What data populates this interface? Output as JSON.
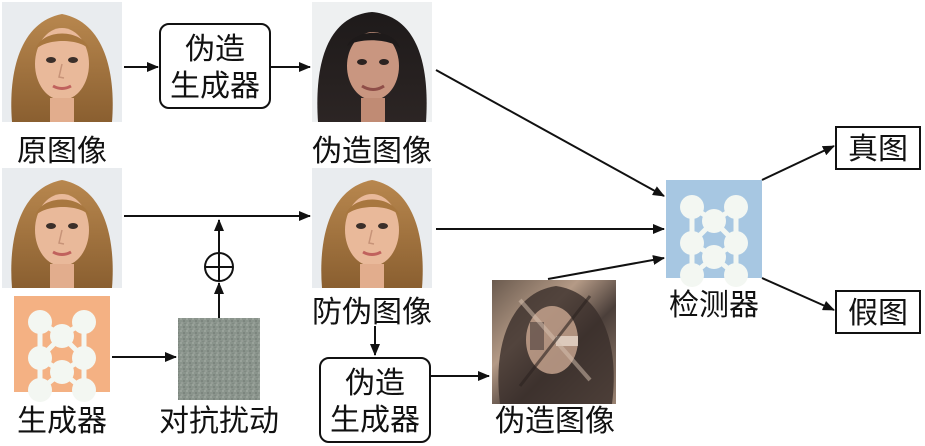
{
  "labels": {
    "original_image": "原图像",
    "forged_image_top": "伪造图像",
    "anti_forgery_image": "防伪图像",
    "generator": "生成器",
    "adversarial_perturbation": "对抗扰动",
    "forged_image_bottom": "伪造图像",
    "detector": "检测器",
    "real_image": "真图",
    "fake_image": "假图"
  },
  "forgery_generator_box": {
    "line1": "伪造",
    "line2": "生成器"
  },
  "plus_symbol": "⊕",
  "colors": {
    "detector_bg": "#a7c7e2",
    "generator_bg": "#f4b183",
    "node_fill": "#f3f7f2",
    "perturbation": "#8a948c",
    "stroke": "#111111"
  }
}
